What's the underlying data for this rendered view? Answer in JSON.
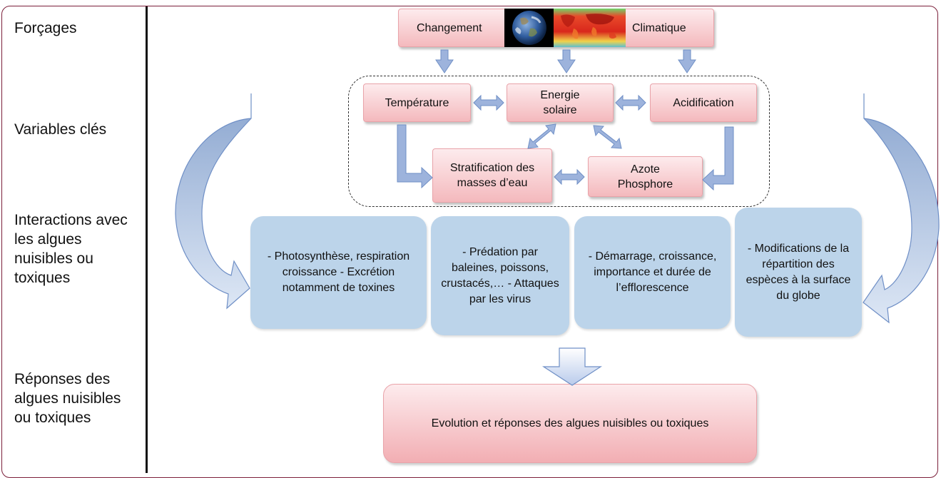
{
  "row_labels": {
    "forcages": "Forçages",
    "variables": "Variables clés",
    "interactions": "Interactions avec les algues nuisibles ou toxiques",
    "reponses": "Réponses des algues nuisibles ou toxiques"
  },
  "forcing": {
    "left": "Changement",
    "right": "Climatique"
  },
  "variables": {
    "temperature": "Température",
    "energie": "Energie solaire",
    "acidification": "Acidification",
    "stratification": "Stratification des masses d’eau",
    "azote": "Azote Phosphore"
  },
  "interactions": {
    "box1": "- Photosynthèse, respiration croissance - Excrétion notamment de toxines",
    "box2": "- Prédation par baleines, poissons, crustacés,… - Attaques par les virus",
    "box3": "- Démarrage, croissance, importance et durée de l’efflorescence",
    "box4": "- Modifications de la répartition des espèces à la surface du globe"
  },
  "response": "Evolution et réponses des algues nuisibles ou toxiques",
  "colors": {
    "frame": "#7b1f3a",
    "pink_box": "#f4b9bd",
    "blue_box": "#bcd4ea",
    "arrow": "#8eaad8"
  }
}
